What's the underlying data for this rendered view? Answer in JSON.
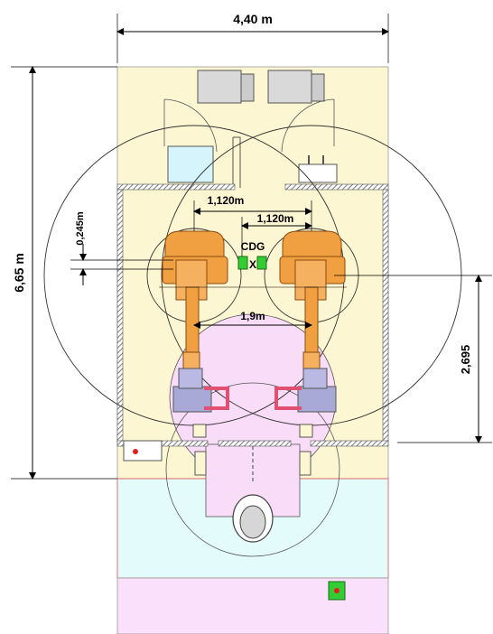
{
  "dimensions": {
    "overall_width": "4,40 m",
    "overall_height": "6,65 m",
    "robot_spacing_top": "1,120m",
    "cdg_offset": "1,120m",
    "vertical_offset": "0,245m",
    "robot_spacing_mid": "1,9m",
    "right_height": "2,695"
  },
  "labels": {
    "center_of_gravity": "CDG",
    "cdg_marker": "X"
  },
  "colors": {
    "cell_floor": "#fdf6d2",
    "entry_zone": "#e4fbfc",
    "lower_zone": "#fbe0fb",
    "turntable": "#f8dcf8",
    "robot_body": "#f0a040",
    "robot_dark": "#c87420",
    "fixture": "#a9a9d8",
    "gripper": "#e05070",
    "cabinet": "#d9d9d9",
    "tank": "#d6f4fb",
    "green_device": "#33cc33",
    "fence": "#8c8c8c"
  }
}
